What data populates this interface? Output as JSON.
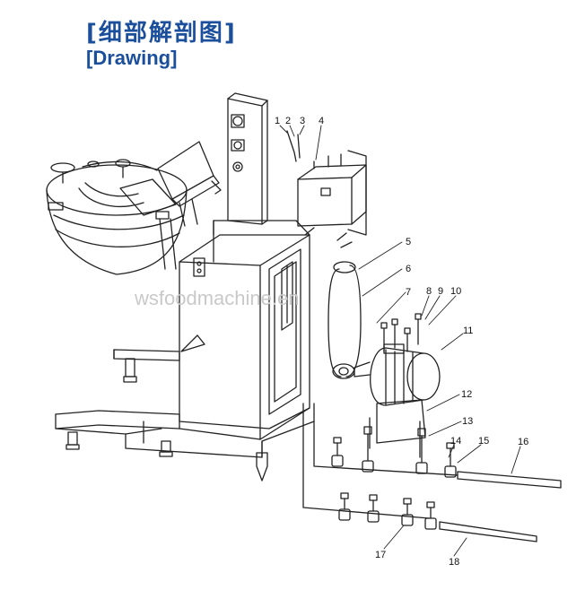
{
  "header": {
    "title_cn": "[细部解剖图]",
    "title_en": "[Drawing]",
    "title_color": "#1b4f9c"
  },
  "watermark": "wsfoodmachine.en",
  "callouts": [
    "1",
    "2",
    "3",
    "4",
    "5",
    "6",
    "7",
    "8",
    "9",
    "10",
    "11",
    "12",
    "13",
    "14",
    "15",
    "16",
    "17",
    "18"
  ]
}
